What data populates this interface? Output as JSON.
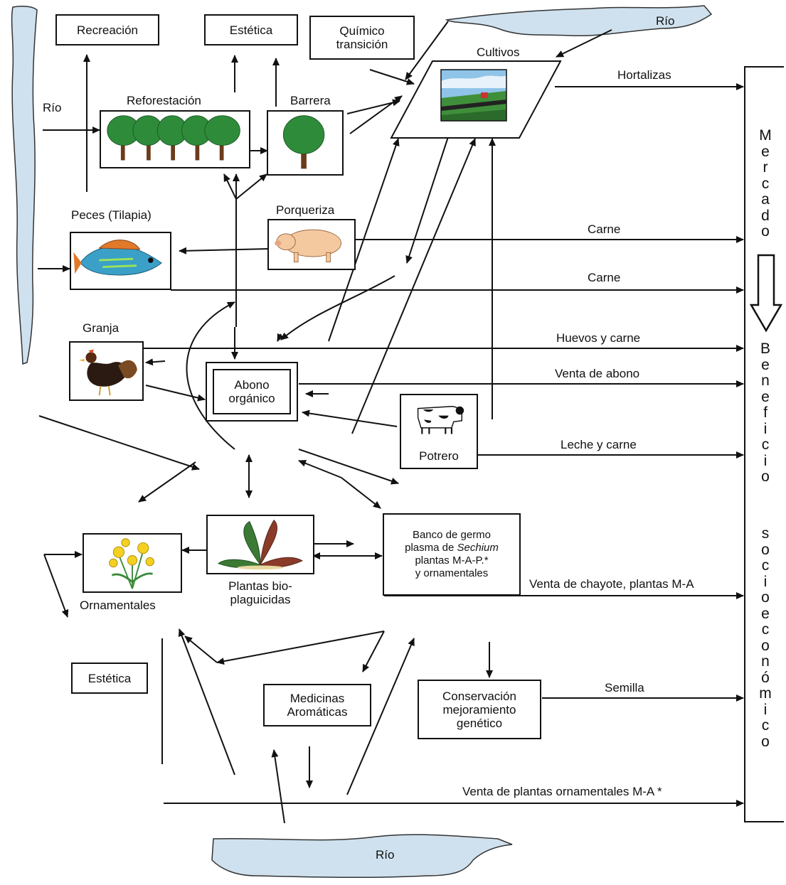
{
  "labels": {
    "recreacion": "Recreación",
    "estetica_top": "Estética",
    "quimico": "Químico transición",
    "rio_top": "Río",
    "rio_left": "Río",
    "rio_bottom": "Río",
    "cultivos": "Cultivos",
    "reforestacion": "Reforestación",
    "barrera": "Barrera",
    "hortalizas": "Hortalizas",
    "peces": "Peces (Tilapia)",
    "porqueriza": "Porqueriza",
    "carne_1": "Carne",
    "carne_2": "Carne",
    "granja": "Granja",
    "huevos": "Huevos y carne",
    "abono": "Abono orgánico",
    "venta_abono": "Venta de abono",
    "potrero": "Potrero",
    "leche": "Leche y carne",
    "banco_1": "Banco de germo",
    "banco_2a": "plasma de ",
    "banco_2b": "Sechium",
    "banco_3": "plantas M-A-P.*",
    "banco_4": "y ornamentales",
    "venta_chayote": "Venta de chayote, plantas M-A",
    "ornamentales": "Ornamentales",
    "plantas": "Plantas bio-plaguicidas",
    "estetica_bottom": "Estética",
    "medicinas": "Medicinas Aromáticas",
    "conservacion": "Conservación mejoramiento genético",
    "semilla": "Semilla",
    "venta_ornamentales": "Venta de plantas ornamentales M-A *"
  },
  "side_bar": {
    "word_1": [
      "M",
      "e",
      "r",
      "c",
      "a",
      "d",
      "o"
    ],
    "word_2": [
      "B",
      "e",
      "n",
      "e",
      "f",
      "i",
      "c",
      "i",
      "o"
    ],
    "word_3": [
      "s",
      "o",
      "c",
      "i",
      "o",
      "e",
      "c",
      "o",
      "n",
      "ó",
      "m",
      "i",
      "c",
      "o"
    ]
  },
  "icons": [
    "trees-icon",
    "tree-icon",
    "farm-landscape-icon",
    "fish-icon",
    "pig-icon",
    "rooster-icon",
    "cow-icon",
    "flowers-icon",
    "plant-icon"
  ],
  "colors": {
    "river": "#cfe1ee",
    "tree": "#2e8b3a",
    "trunk": "#6b3b1a",
    "pig": "#f5c9a0",
    "fish": "#3aa0c8"
  }
}
